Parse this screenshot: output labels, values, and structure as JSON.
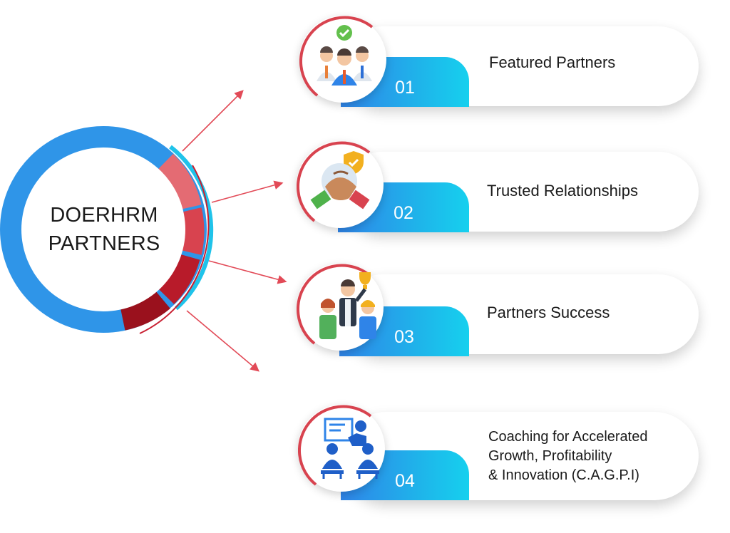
{
  "hub": {
    "title_line1": "DOERHRM",
    "title_line2": "PARTNERS"
  },
  "items": [
    {
      "number": "01",
      "label": "Featured Partners",
      "icon": "team-approval-icon"
    },
    {
      "number": "02",
      "label": "Trusted Relationships",
      "icon": "handshake-shield-icon"
    },
    {
      "number": "03",
      "label": "Partners Success",
      "icon": "trophy-team-icon"
    },
    {
      "number": "04",
      "label_lines": [
        "Coaching for Accelerated",
        "Growth, Profitability",
        "& Innovation (C.A.G.P.I)"
      ],
      "icon": "presentation-coaching-icon"
    }
  ],
  "colors": {
    "blue": "#2f84e8",
    "cyan": "#16d0ee",
    "red": "#c81e30",
    "light_red": "#e8727a",
    "text": "#1a1a1a"
  }
}
